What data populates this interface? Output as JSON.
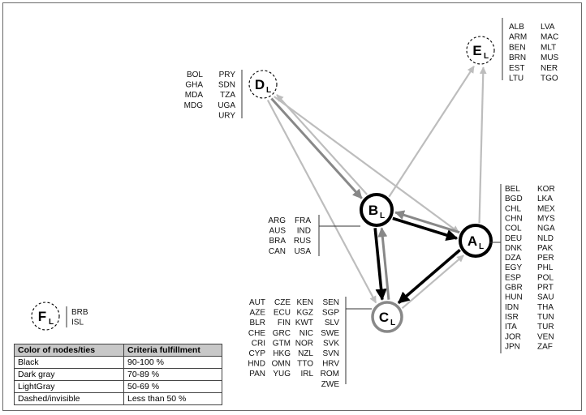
{
  "nodes": {
    "A": {
      "letter": "A",
      "subscript": "L",
      "style": "black"
    },
    "B": {
      "letter": "B",
      "subscript": "L",
      "style": "black"
    },
    "C": {
      "letter": "C",
      "subscript": "L",
      "style": "darkgray"
    },
    "D": {
      "letter": "D",
      "subscript": "L",
      "style": "dashed"
    },
    "E": {
      "letter": "E",
      "subscript": "L",
      "style": "dashed"
    },
    "F": {
      "letter": "F",
      "subscript": "L",
      "style": "dashed"
    }
  },
  "ties": [
    {
      "from": "D",
      "to": "B",
      "color": "#888888"
    },
    {
      "from": "B",
      "to": "D",
      "color": "#bdbdbd"
    },
    {
      "from": "D",
      "to": "A",
      "color": "#bdbdbd"
    },
    {
      "from": "D",
      "to": "C",
      "color": "#bdbdbd"
    },
    {
      "from": "B",
      "to": "A",
      "color": "#000000"
    },
    {
      "from": "A",
      "to": "B",
      "color": "#888888"
    },
    {
      "from": "B",
      "to": "C",
      "color": "#000000"
    },
    {
      "from": "C",
      "to": "B",
      "color": "#888888"
    },
    {
      "from": "A",
      "to": "C",
      "color": "#000000"
    },
    {
      "from": "C",
      "to": "A",
      "color": "#bdbdbd"
    },
    {
      "from": "B",
      "to": "E",
      "color": "#bdbdbd"
    },
    {
      "from": "A",
      "to": "E",
      "color": "#bdbdbd"
    }
  ],
  "country_groups": {
    "E": [
      "ALB",
      "LVA",
      "ARM",
      "MAC",
      "BEN",
      "MLT",
      "BRN",
      "MUS",
      "EST",
      "NER",
      "LTU",
      "TGO"
    ],
    "D": [
      "BOL",
      "PRY",
      "GHA",
      "SDN",
      "MDA",
      "TZA",
      "MDG",
      "UGA",
      "URY"
    ],
    "B": [
      "ARG",
      "FRA",
      "AUS",
      "IND",
      "BRA",
      "RUS",
      "CAN",
      "USA"
    ],
    "A": [
      "BEL",
      "KOR",
      "BGD",
      "LKA",
      "CHL",
      "MEX",
      "CHN",
      "MYS",
      "COL",
      "NGA",
      "DEU",
      "NLD",
      "DNK",
      "PAK",
      "DZA",
      "PER",
      "EGY",
      "PHL",
      "ESP",
      "POL",
      "GBR",
      "PRT",
      "HUN",
      "SAU",
      "IDN",
      "THA",
      "ISR",
      "TUN",
      "ITA",
      "TUR",
      "JOR",
      "VEN",
      "JPN",
      "ZAF"
    ],
    "C": [
      "AUT",
      "CZE",
      "KEN",
      "SEN",
      "AZE",
      "ECU",
      "KGZ",
      "SGP",
      "BLR",
      "FIN",
      "KWT",
      "SLV",
      "CHE",
      "GRC",
      "NIC",
      "SWE",
      "CRI",
      "GTM",
      "NOR",
      "SVK",
      "CYP",
      "HKG",
      "NZL",
      "SVN",
      "HND",
      "OMN",
      "TTO",
      "HRV",
      "PAN",
      "YUG",
      "IRL",
      "ROM",
      "ZWE"
    ],
    "F": [
      "BRB",
      "ISL"
    ]
  },
  "legend": {
    "headers": [
      "Color of nodes/ties",
      "Criteria fulfillment"
    ],
    "rows": [
      [
        "Black",
        "90-100 %"
      ],
      [
        "Dark gray",
        "70-89 %"
      ],
      [
        "LightGray",
        "50-69 %"
      ],
      [
        "Dashed/invisible",
        "Less than 50 %"
      ]
    ]
  },
  "colors": {
    "black": "#000000",
    "darkgray": "#888888",
    "lightgray": "#bdbdbd"
  }
}
